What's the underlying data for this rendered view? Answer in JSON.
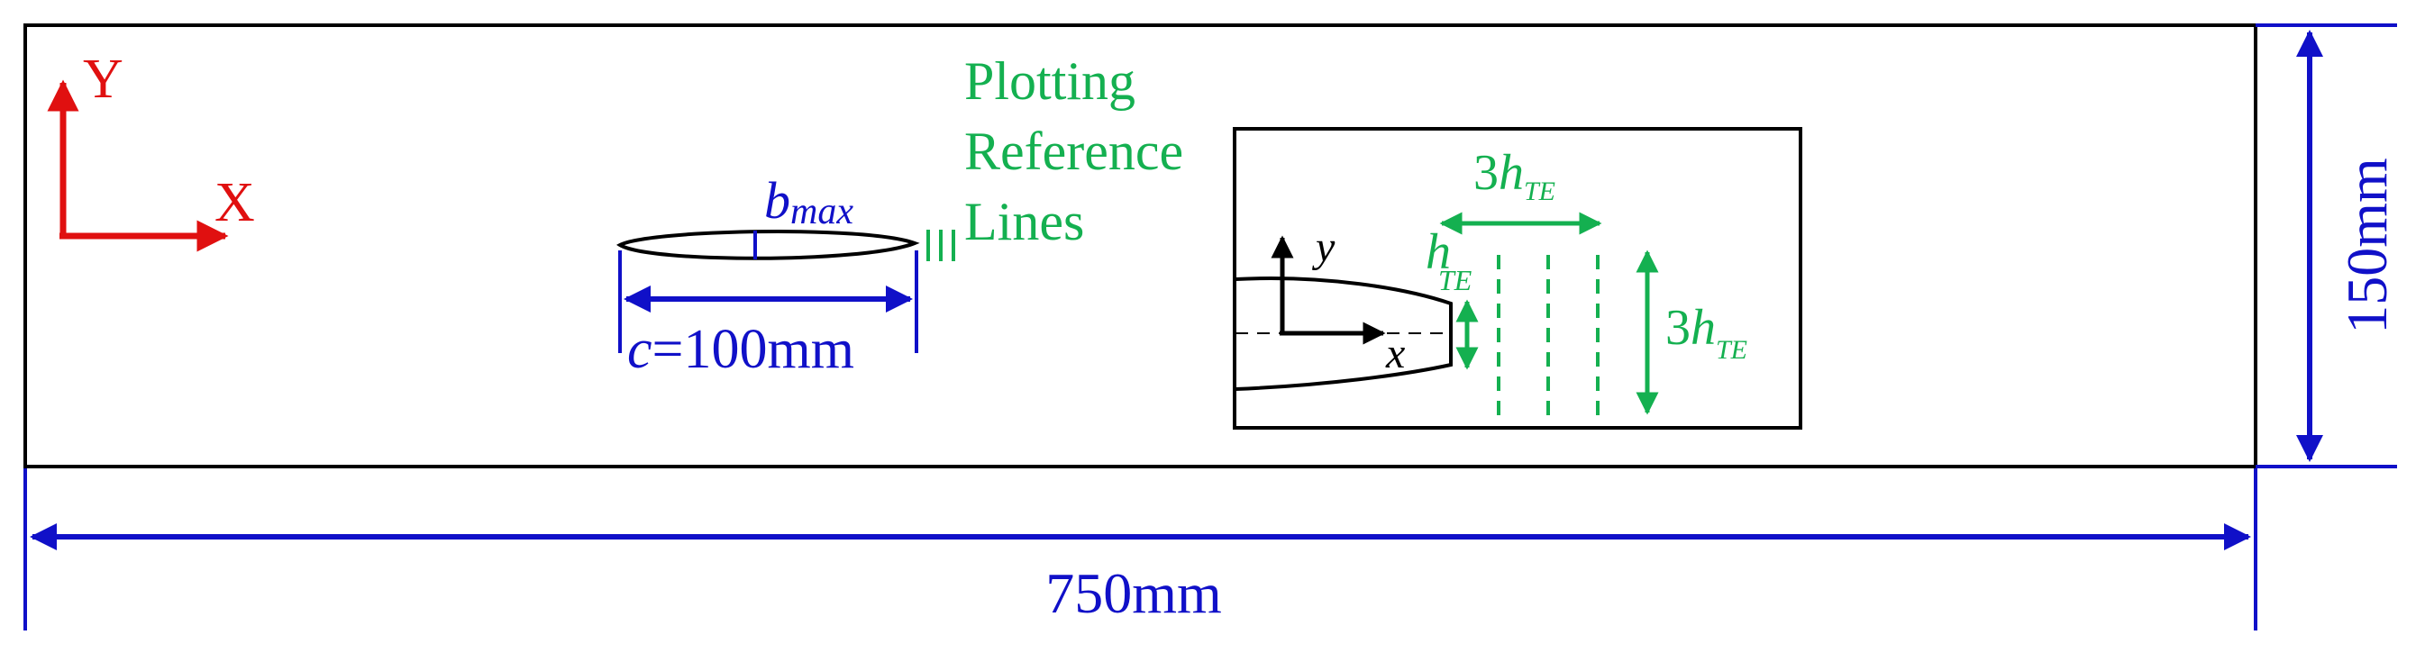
{
  "axes_indicator": {
    "y_label": "Y",
    "x_label": "X"
  },
  "airfoil": {
    "thickness_label_base": "b",
    "thickness_label_sub": "max",
    "chord_label_var": "c",
    "chord_label_value": "=100mm"
  },
  "plotting_lines_label": {
    "line1": "Plotting",
    "line2": "Reference",
    "line3": "Lines"
  },
  "inset": {
    "y_label": "y",
    "x_label": "x",
    "h_label": "h",
    "h_sub": "TE",
    "spacing_label_prefix": "3",
    "spacing_label_var": "h",
    "spacing_label_sub": "TE",
    "height_label_prefix": "3",
    "height_label_var": "h",
    "height_label_sub": "TE"
  },
  "dimensions": {
    "width_label": "750mm",
    "height_label": "150mm"
  },
  "colors": {
    "blue": "#1010c8",
    "green": "#14b050",
    "red": "#e01010",
    "black": "#000000"
  }
}
